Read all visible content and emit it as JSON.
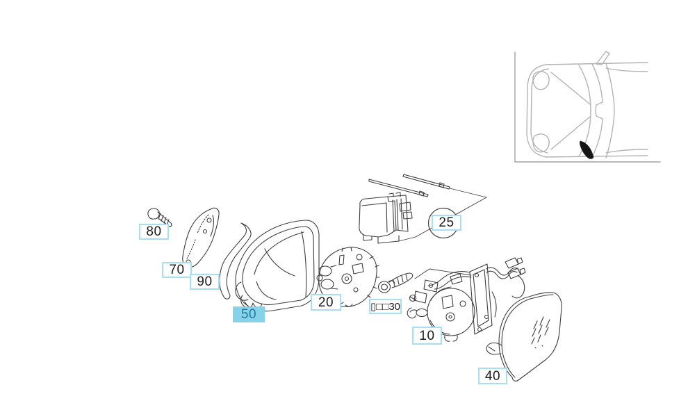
{
  "labels": {
    "p80": {
      "text": "80",
      "highlighted": false
    },
    "p70": {
      "text": "70",
      "highlighted": false
    },
    "p90": {
      "text": "90",
      "highlighted": false
    },
    "p50": {
      "text": "50",
      "highlighted": true
    },
    "p20": {
      "text": "20",
      "highlighted": false
    },
    "p30": {
      "text": "▯□□30",
      "highlighted": false
    },
    "p10": {
      "text": "10",
      "highlighted": false
    },
    "p40": {
      "text": "40",
      "highlighted": false
    },
    "p25": {
      "text": "25",
      "highlighted": false,
      "circled": true
    }
  },
  "colors": {
    "background": "#ffffff",
    "label_border": "#a8def2",
    "label_text": "#1c1c1c",
    "highlight_background": "#86d3e9",
    "highlight_text": "#26789e",
    "part_line": "#3c3c3c",
    "inset_line": "#b3b3b3",
    "inset_frame": "#8f8f8f",
    "mirror_marker": "#161616"
  },
  "icons": {
    "vehicle_inset": "car-top-view-with-mirror-location-marker"
  }
}
